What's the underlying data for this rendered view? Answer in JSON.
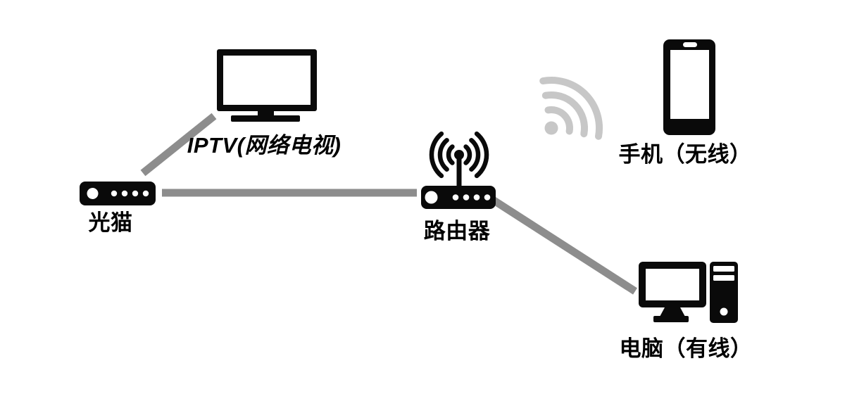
{
  "diagram": {
    "type": "network-topology",
    "background": "#ffffff",
    "colors": {
      "device": "#0a0a0a",
      "cable": "#8d8d8d",
      "wireless_signal": "#c7c7c7",
      "label_text": "#000000"
    },
    "nodes": {
      "modem": {
        "label": "光猫",
        "icon": "optical-modem-icon"
      },
      "iptv": {
        "label": "IPTV(网络电视)",
        "icon": "tv-icon"
      },
      "router": {
        "label": "路由器",
        "icon": "wireless-router-icon"
      },
      "phone": {
        "label": "手机（无线）",
        "icon": "smartphone-icon"
      },
      "pc": {
        "label": "电脑（有线）",
        "icon": "desktop-computer-icon"
      }
    },
    "connections": [
      {
        "from": "modem",
        "to": "iptv",
        "type": "wired-cable"
      },
      {
        "from": "modem",
        "to": "router",
        "type": "wired-cable"
      },
      {
        "from": "router",
        "to": "pc",
        "type": "wired-cable"
      },
      {
        "from": "router",
        "to": "phone",
        "type": "wireless-wifi"
      }
    ]
  }
}
